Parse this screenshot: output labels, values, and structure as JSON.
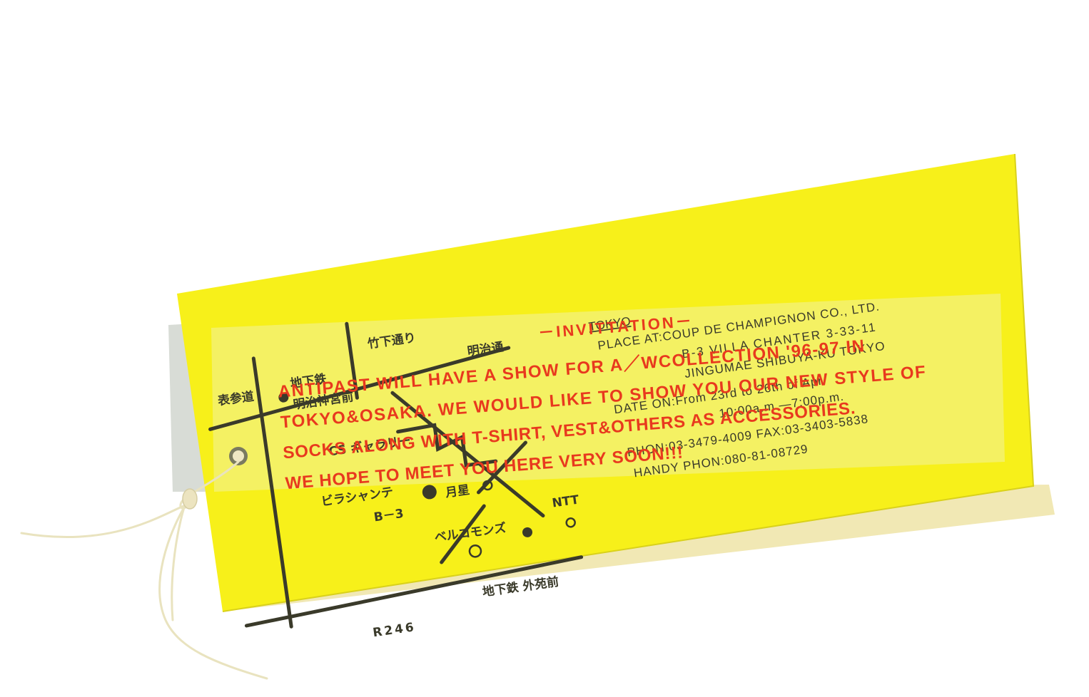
{
  "colors": {
    "card_yellow": "#f7f01a",
    "card_back_cream": "#f1e8b4",
    "card_back_grey": "#d8dcd6",
    "print_black": "#3a3a2a",
    "print_red": "#e8391e",
    "string": "#e9e3bf"
  },
  "invitation": {
    "heading": "－INVITTATION－",
    "red_lines": [
      "ANTIPAST WILL HAVE A SHOW FOR A／WCOLLECTION '96-97 IN",
      "TOKYO&OSAKA. WE WOULD LIKE TO SHOW YOU OUR NEW STYLE OF",
      "SOCKS ALONG WITH T-SHIRT, VEST&OTHERS AS ACCESSORIES.",
      "WE HOPE TO MEET YOU HERE VERY SOON!!!"
    ]
  },
  "details": {
    "city": "TOKYO",
    "place_line": "PLACE AT:COUP DE CHAMPIGNON CO., LTD.",
    "address_1": "B-3 VILLA CHANTER 3-33-11",
    "address_2": "JINGUMAE SHIBUYA-KU TOKYO",
    "date_line": "DATE ON:From 23rd to 26th of Apr.",
    "time_line": "10:00a.m.—7:00p.m.",
    "phone_line": "PHON:03-3479-4009 FAX:03-3403-5838",
    "handy_phone": "HANDY PHON:080-81-08729"
  },
  "map": {
    "labels": {
      "omotesando": "表参道",
      "chikatetsu_top": "地下鉄",
      "takeshita": "竹下通り",
      "meiji_dori": "明治通",
      "meiji_jingumae": "明治神宮前",
      "cs_gallery": "CS ギャラリー",
      "villa_chanter": "ビラシャンテ",
      "b3": "B－3",
      "tsukiboshi": "月星",
      "ntt": "NTT",
      "bell_commons": "ベルコモンズ",
      "gaienmae": "地下鉄 外苑前",
      "r246": "R246"
    }
  }
}
